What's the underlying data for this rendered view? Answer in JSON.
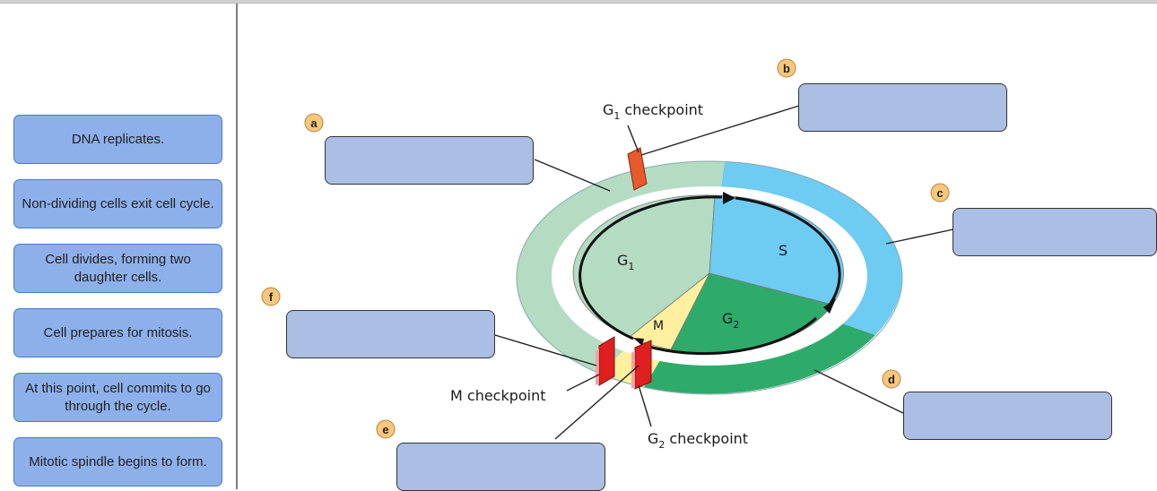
{
  "answers": [
    "DNA replicates.",
    "Non-dividing cells exit cell cycle.",
    "Cell divides, forming two daughter cells.",
    "Cell prepares for mitosis.",
    "At this point, cell commits to go through the cycle.",
    "Mitotic spindle begins to form."
  ],
  "labels": {
    "a": "a",
    "b": "b",
    "c": "c",
    "d": "d",
    "e": "e",
    "f": "f"
  },
  "diagram": {
    "g1_checkpoint": "G",
    "g1_checkpoint_sub": "1",
    "g1_checkpoint_rest": "checkpoint",
    "m_checkpoint": "M checkpoint",
    "g2_checkpoint": "G",
    "g2_checkpoint_sub": "2",
    "g2_checkpoint_rest": "checkpoint",
    "phase_g1": "G",
    "phase_g1_sub": "1",
    "phase_s": "S",
    "phase_g2": "G",
    "phase_g2_sub": "2",
    "phase_m": "M"
  },
  "colors": {
    "g1": "#b4dcc3",
    "s": "#6ecbf2",
    "g2": "#2eab6a",
    "m": "#fff0a0",
    "answer_fill": "#8eb0ea",
    "dropzone_fill": "#aabfe3",
    "badge": "#f6c77d",
    "checkpoint_red": "#e02020"
  }
}
